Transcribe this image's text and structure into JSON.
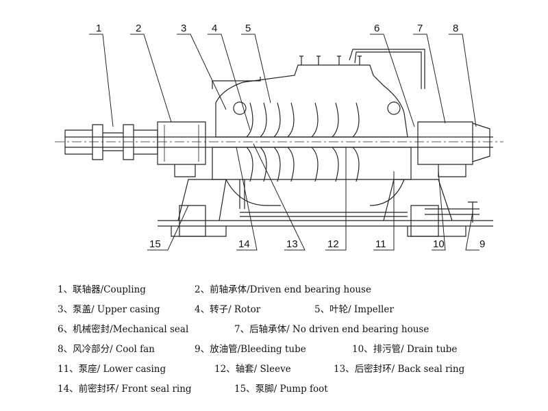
{
  "callouts": [
    "1",
    "2",
    "3",
    "4",
    "5",
    "6",
    "7",
    "8",
    "9",
    "10",
    "11",
    "12",
    "13",
    "14",
    "15"
  ],
  "legend": [
    {
      "num": "1、",
      "text": "联轴器/Coupling"
    },
    {
      "num": "2、",
      "text": "前轴承体/Driven end bearing house"
    },
    {
      "num": "3、",
      "text": "泵盖/ Upper casing"
    },
    {
      "num": "4、",
      "text": "转子/ Rotor"
    },
    {
      "num": "5、",
      "text": "叶轮/ Impeller"
    },
    {
      "num": "6、",
      "text": "机械密封/Mechanical seal"
    },
    {
      "num": "7、",
      "text": "后轴承体/ No driven end bearing house"
    },
    {
      "num": "8、",
      "text": "风冷部分/ Cool fan"
    },
    {
      "num": "9、",
      "text": "放油管/Bleeding tube"
    },
    {
      "num": "10、",
      "text": "排污管/ Drain tube"
    },
    {
      "num": "11、",
      "text": "泵座/ Lower casing"
    },
    {
      "num": "12、",
      "text": "轴套/ Sleeve"
    },
    {
      "num": "13、",
      "text": "后密封环/ Back seal ring"
    },
    {
      "num": "14、",
      "text": "前密封环/ Front seal ring"
    },
    {
      "num": "15、",
      "text": "泵脚/ Pump foot"
    }
  ]
}
